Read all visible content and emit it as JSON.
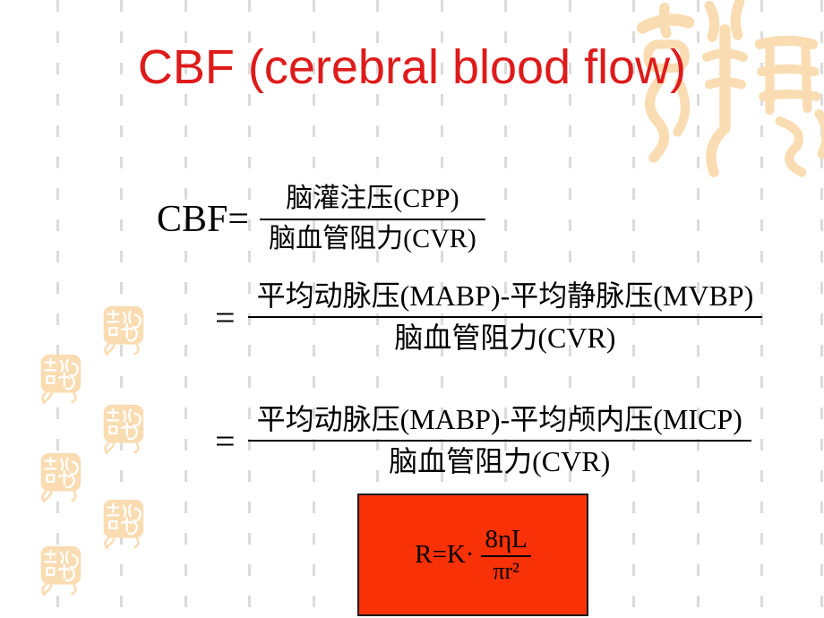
{
  "title": {
    "text": "CBF (cerebral blood flow)"
  },
  "formulas": {
    "cpp": {
      "lhs": "CBF=",
      "numerator": "脑灌注压(CPP)",
      "denominator": "脑血管阻力(CVR)"
    },
    "mvbp": {
      "lhs": "=",
      "numerator": "平均动脉压(MABP)-平均静脉压(MVBP)",
      "denominator": "脑血管阻力(CVR)"
    },
    "micp": {
      "lhs": "=",
      "numerator": "平均动脉压(MABP)-平均颅内压(MICP)",
      "denominator": "脑血管阻力(CVR)"
    },
    "resistance": {
      "lhs": "R=K·",
      "numerator": "8ηL",
      "denominator": "πr²"
    }
  },
  "colors": {
    "title_red": "#DE1B1B",
    "formula_text": "#000000",
    "box_fill": "#F93106",
    "box_border": "#1A1A1A",
    "seal_peach": "#FADCB2",
    "dash_gray": "#DBDBDB"
  },
  "decor": {
    "large_seal_icon": "jixiang-seal-calligraphy",
    "small_seal_icon": "jixiang-seal-stamp",
    "small_seal_count": 6
  }
}
